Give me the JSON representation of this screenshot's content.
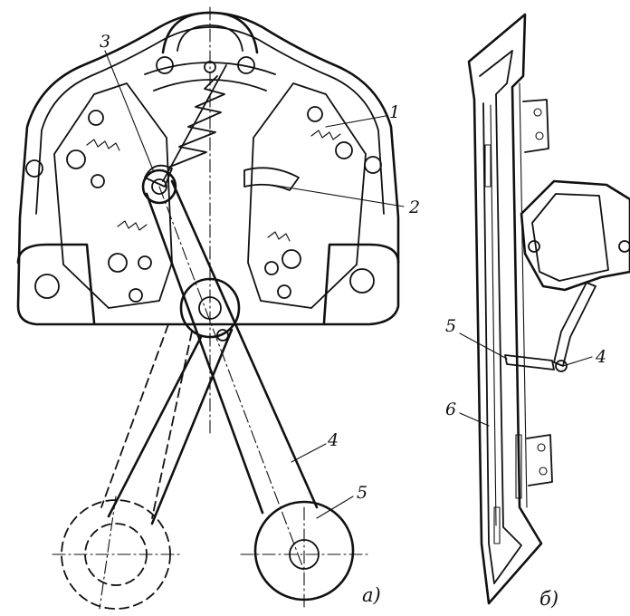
{
  "figure_a": {
    "caption": "a)",
    "callouts": {
      "c1": "1",
      "c2": "2",
      "c3": "3",
      "c4": "4",
      "c5": "5"
    }
  },
  "figure_b": {
    "caption": "б)",
    "callouts": {
      "c4": "4",
      "c5": "5",
      "c6": "6"
    }
  },
  "colors": {
    "ink": "#111111",
    "background": "#ffffff"
  }
}
